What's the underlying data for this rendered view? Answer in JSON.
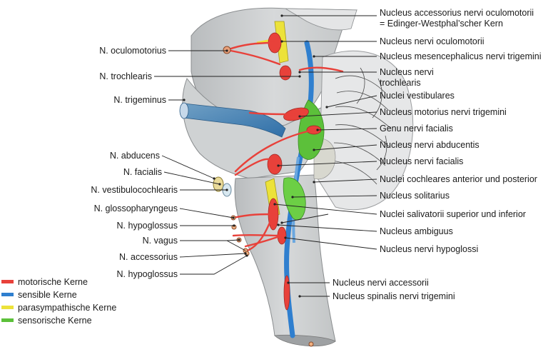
{
  "labels_left": [
    {
      "id": "oculomotorius",
      "text": "N. oculomotorius"
    },
    {
      "id": "trochlearis",
      "text": "N. trochlearis"
    },
    {
      "id": "trigeminus",
      "text": "N. trigeminus"
    },
    {
      "id": "abducens",
      "text": "N. abducens"
    },
    {
      "id": "facialis",
      "text": "N. facialis"
    },
    {
      "id": "vestibulocochlearis",
      "text": "N. vestibulocochlearis"
    },
    {
      "id": "glossopharyngeus",
      "text": "N. glossopharyngeus"
    },
    {
      "id": "hypoglossus-1",
      "text": "N. hypoglossus"
    },
    {
      "id": "vagus",
      "text": "N. vagus"
    },
    {
      "id": "accessorius",
      "text": "N. accessorius"
    },
    {
      "id": "hypoglossus-2",
      "text": "N. hypoglossus"
    }
  ],
  "labels_right": [
    {
      "id": "edinger-westphal",
      "lines": [
        "Nucleus accessorius nervi oculomotorii",
        "= Edinger-Westphal’scher Kern"
      ]
    },
    {
      "id": "nucleus-oculomotorii",
      "lines": [
        "Nucleus nervi oculomotorii"
      ]
    },
    {
      "id": "mesencephalicus-trigemini",
      "lines": [
        "Nucleus mesencephalicus nervi trigemini"
      ]
    },
    {
      "id": "nucleus-trochlearis",
      "lines": [
        "Nucleus nervi",
        "trochlearis"
      ]
    },
    {
      "id": "vestibulares",
      "lines": [
        "Nuclei vestibulares"
      ]
    },
    {
      "id": "motorius-trigemini",
      "lines": [
        "Nucleus motorius nervi trigemini"
      ]
    },
    {
      "id": "genu-facialis",
      "lines": [
        "Genu nervi facialis"
      ]
    },
    {
      "id": "nucleus-abducentis",
      "lines": [
        "Nucleus nervi abducentis"
      ]
    },
    {
      "id": "nucleus-facialis",
      "lines": [
        "Nucleus nervi facialis"
      ]
    },
    {
      "id": "cochleares",
      "lines": [
        "Nuclei cochleares anterior und posterior"
      ]
    },
    {
      "id": "solitarius",
      "lines": [
        "Nucleus solitarius"
      ]
    },
    {
      "id": "salivatorii",
      "lines": [
        "Nuclei salivatorii superior und inferior"
      ]
    },
    {
      "id": "ambiguus",
      "lines": [
        "Nucleus ambiguus"
      ]
    },
    {
      "id": "nucleus-hypoglossi",
      "lines": [
        "Nucleus nervi hypoglossi"
      ]
    },
    {
      "id": "nucleus-accessorii",
      "lines": [
        "Nucleus nervi accessorii"
      ]
    },
    {
      "id": "spinalis-trigemini",
      "lines": [
        "Nucleus spinalis nervi trigemini"
      ]
    }
  ],
  "legend": [
    {
      "id": "motorisch",
      "text": "motorische Kerne",
      "color": "#e8413a"
    },
    {
      "id": "sensibel",
      "text": "sensible Kerne",
      "color": "#2f7fcf"
    },
    {
      "id": "parasympathisch",
      "text": "parasympathische Kerne",
      "color": "#ece23a"
    },
    {
      "id": "sensorisch",
      "text": "sensorische Kerne",
      "color": "#5cc03a"
    }
  ]
}
